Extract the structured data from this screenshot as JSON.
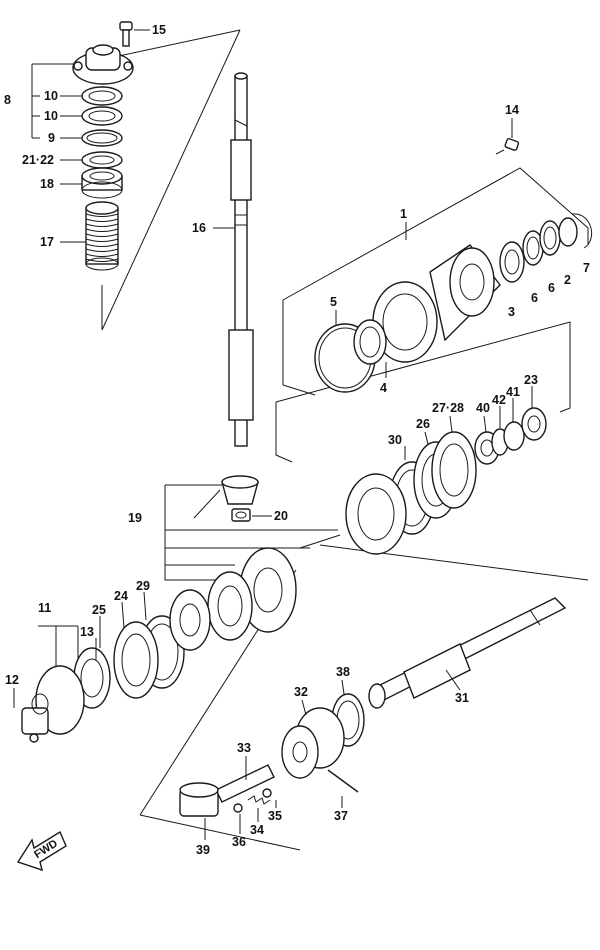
{
  "diagram": {
    "callouts": [
      "15",
      "8",
      "10",
      "10",
      "9",
      "21·22",
      "18",
      "17",
      "16",
      "14",
      "1",
      "5",
      "3",
      "6",
      "6",
      "2",
      "7",
      "4",
      "27·28",
      "42",
      "41",
      "23",
      "40",
      "26",
      "30",
      "19",
      "20",
      "11",
      "25",
      "24",
      "29",
      "13",
      "12",
      "31",
      "38",
      "32",
      "33",
      "37",
      "35",
      "34",
      "36",
      "39"
    ],
    "direction_label": "FWD"
  }
}
